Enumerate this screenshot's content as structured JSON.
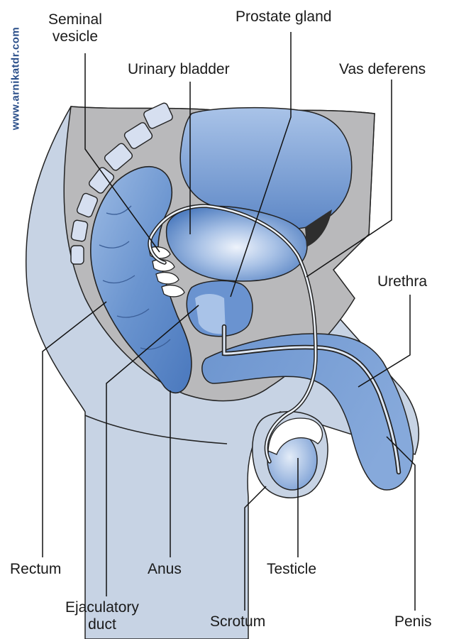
{
  "watermark": "www.arnikatdr.com",
  "labels": {
    "seminal_vesicle": [
      "Seminal",
      "vesicle"
    ],
    "prostate_gland": "Prostate gland",
    "urinary_bladder": "Urinary bladder",
    "vas_deferens": "Vas deferens",
    "urethra": "Urethra",
    "rectum": "Rectum",
    "anus": "Anus",
    "testicle": "Testicle",
    "ejaculatory_duct": [
      "Ejaculatory",
      "duct"
    ],
    "scrotum": "Scrotum",
    "penis": "Penis"
  },
  "colors": {
    "body_light": "#c7d3e4",
    "tissue_gray": "#b9b9bb",
    "organ_blue": "#5b86c4",
    "organ_mid": "#8fb0dc",
    "organ_light": "#d8e4f4",
    "outline": "#222222"
  }
}
